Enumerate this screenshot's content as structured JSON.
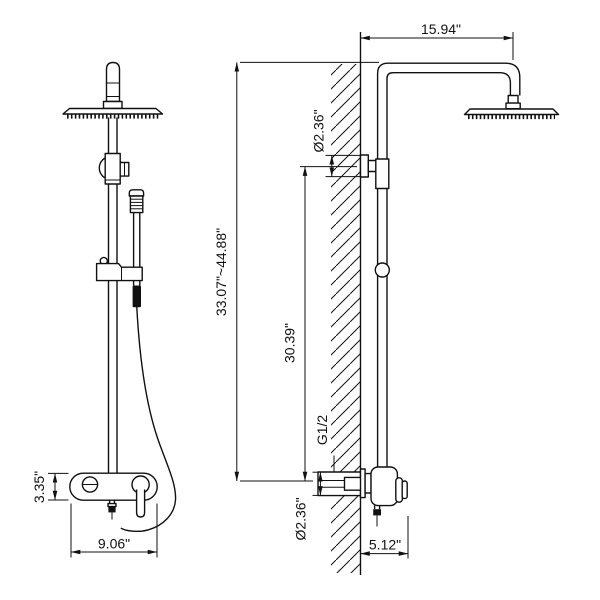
{
  "colors": {
    "line": "#111111",
    "background": "#ffffff"
  },
  "front_view": {
    "dims": {
      "valve_height": "3.35\"",
      "valve_width": "9.06\""
    }
  },
  "side_view": {
    "dims": {
      "arm_reach": "15.94\"",
      "wall_bracket_diameter": "Ø2.36\"",
      "total_height": "33.07\"~44.88\"",
      "bracket_to_valve": "30.39\"",
      "thread": "G1/2",
      "supply_diameter": "Ø2.36\"",
      "wall_to_handle": "5.12\""
    }
  }
}
